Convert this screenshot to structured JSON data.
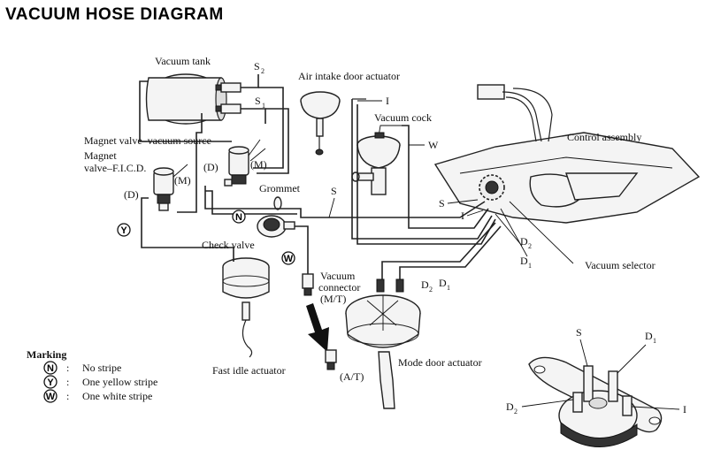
{
  "title": "VACUUM HOSE DIAGRAM",
  "labels": {
    "vacuum_tank": "Vacuum tank",
    "s": "S",
    "sub_2": "2",
    "sub_1": "1",
    "air_intake_door_actuator": "Air intake door actuator",
    "i": "I",
    "vacuum_cock": "Vacuum cock",
    "w": "W",
    "control_assembly": "Control assembly",
    "magnet_valve_vacuum_source": "Magnet valve–vacuum source",
    "magnet_valve_ficd_line1": "Magnet",
    "magnet_valve_ficd_line2": "valve–F.I.C.D.",
    "m_paren": "(M)",
    "d_paren": "(D)",
    "grommet": "Grommet",
    "d": "D",
    "check_valve": "Check valve",
    "vacuum_selector": "Vacuum selector",
    "vacuum_connector_line1": "Vacuum",
    "vacuum_connector_line2": "connector",
    "mt": "(M/T)",
    "at": "(A/T)",
    "fast_idle_actuator": "Fast idle actuator",
    "mode_door_actuator": "Mode door actuator"
  },
  "hose_marks": {
    "n": "N",
    "y": "Y",
    "w": "W"
  },
  "legend": {
    "title": "Marking",
    "items": [
      {
        "mark": "N",
        "sep": ":",
        "text": "No stripe"
      },
      {
        "mark": "Y",
        "sep": ":",
        "text": "One yellow stripe"
      },
      {
        "mark": "W",
        "sep": ":",
        "text": "One white stripe"
      }
    ]
  }
}
